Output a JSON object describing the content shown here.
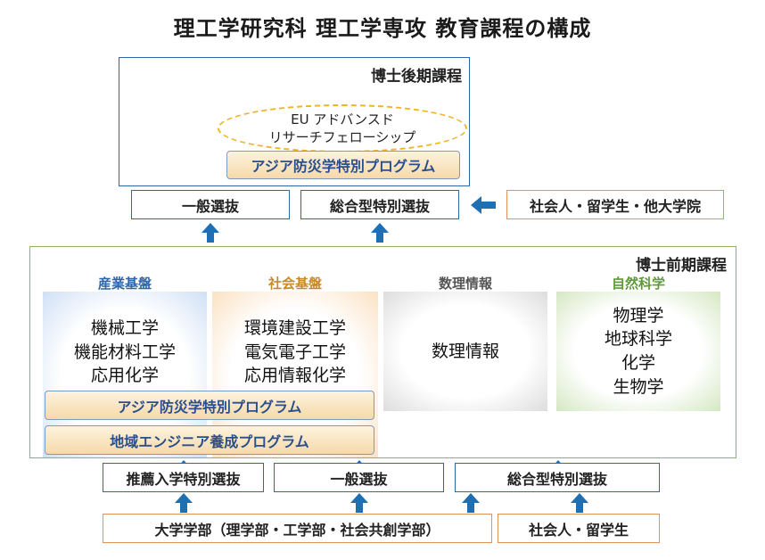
{
  "title": "理工学研究科 理工学専攻 教育課程の構成",
  "doctoral": {
    "label": "博士後期課程",
    "eu_program": [
      "EU アドバンスド",
      "リサーチフェローシップ"
    ],
    "asia_program": "アジア防災学特別プログラム"
  },
  "doctoral_admission": {
    "general": "一般選抜",
    "comprehensive": "総合型特別選抜",
    "source": "社会人・留学生・他大学院"
  },
  "masters": {
    "label": "博士前期課程",
    "fields": [
      {
        "name": "産業基盤",
        "items": [
          "機械工学",
          "機能材料工学",
          "応用化学"
        ],
        "color": "#2f66a8"
      },
      {
        "name": "社会基盤",
        "items": [
          "環境建設工学",
          "電気電子工学",
          "応用情報化学"
        ],
        "color": "#c58a2e"
      },
      {
        "name": "数理情報",
        "items": [
          "数理情報"
        ],
        "color": "#555555"
      },
      {
        "name": "自然科学",
        "items": [
          "物理学",
          "地球科学",
          "化学",
          "生物学"
        ],
        "color": "#5e9a38"
      }
    ],
    "programs": [
      "アジア防災学特別プログラム",
      "地域エンジニア養成プログラム"
    ]
  },
  "masters_admission": {
    "recommendation": "推薦入学特別選抜",
    "general": "一般選抜",
    "comprehensive": "総合型特別選抜"
  },
  "sources": {
    "university": "大学学部（理学部・工学部・社会共創学部）",
    "working": "社会人・留学生"
  },
  "colors": {
    "arrow": "#1f6fb5",
    "blue_border": "#2f66a8",
    "orange_border": "#e0925a",
    "green_border": "#8db65a"
  }
}
